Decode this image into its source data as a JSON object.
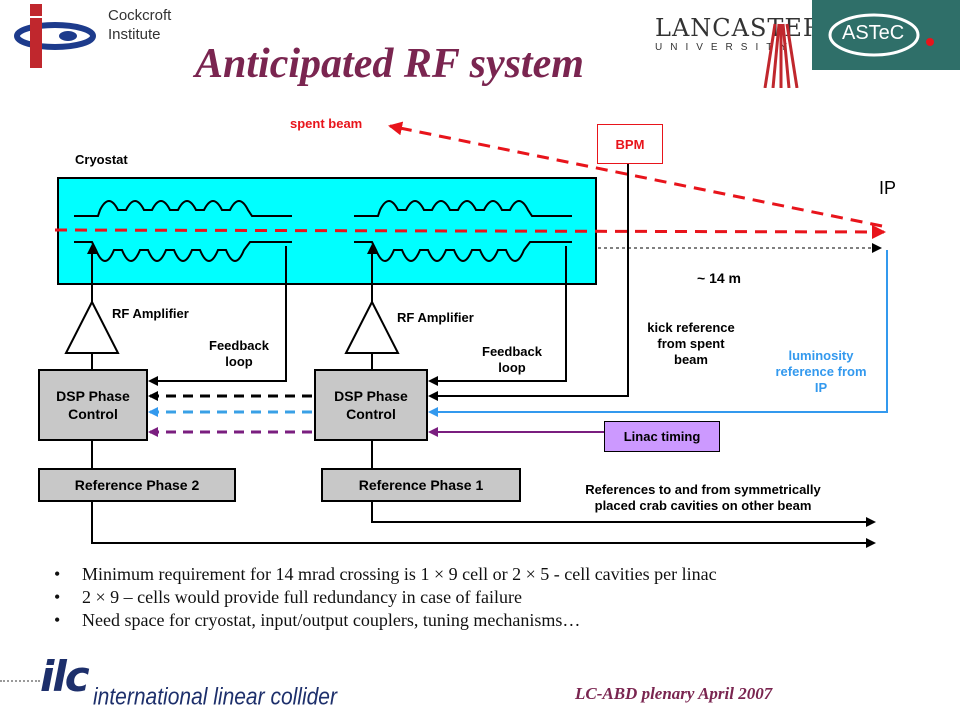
{
  "title": "Anticipated RF system",
  "logos": {
    "cockcroft_line1": "Cockcroft",
    "cockcroft_line2": "Institute",
    "lancaster_main": "LANCASTER",
    "lancaster_sub": "UNIVERSITY",
    "astec": "ASTeC",
    "ilc_mark": "ilc",
    "ilc_text": "international linear collider"
  },
  "diagram": {
    "spent_beam": "spent beam",
    "bpm": "BPM",
    "cryostat": "Cryostat",
    "ip": "IP",
    "distance": "~ 14 m",
    "rf_amp_left": "RF Amplifier",
    "rf_amp_right": "RF Amplifier",
    "feedback_left": [
      "Feedback",
      "loop"
    ],
    "feedback_right": [
      "Feedback",
      "loop"
    ],
    "kick_reference": [
      "kick reference",
      "from spent",
      "beam"
    ],
    "luminosity_reference": [
      "luminosity",
      "reference from",
      "IP"
    ],
    "dsp_left": [
      "DSP Phase",
      "Control"
    ],
    "dsp_right": [
      "DSP Phase",
      "Control"
    ],
    "linac_timing": "Linac timing",
    "ref_phase2": "Reference Phase 2",
    "ref_phase1": "Reference Phase 1",
    "references_note": [
      "References to and from symmetrically",
      "placed crab cavities on other beam"
    ]
  },
  "colors": {
    "title": "#7a2550",
    "beam_red": "#e8141b",
    "cryostat_cyan": "#00ffff",
    "lumi_blue": "#3399ee",
    "dsp_dashed_blue": "#39a0e6",
    "timing_purple": "#7a1e7f",
    "timing_box": "#cc99ff",
    "box_grey": "#c8c8c8"
  },
  "bullets": [
    "Minimum requirement for 14 mrad crossing is 1 × 9 cell or 2 × 5 - cell cavities per linac",
    "2 × 9 – cells would provide full redundancy in case of failure",
    "Need space for cryostat, input/output couplers, tuning mechanisms…"
  ],
  "footer": "LC-ABD plenary April 2007"
}
